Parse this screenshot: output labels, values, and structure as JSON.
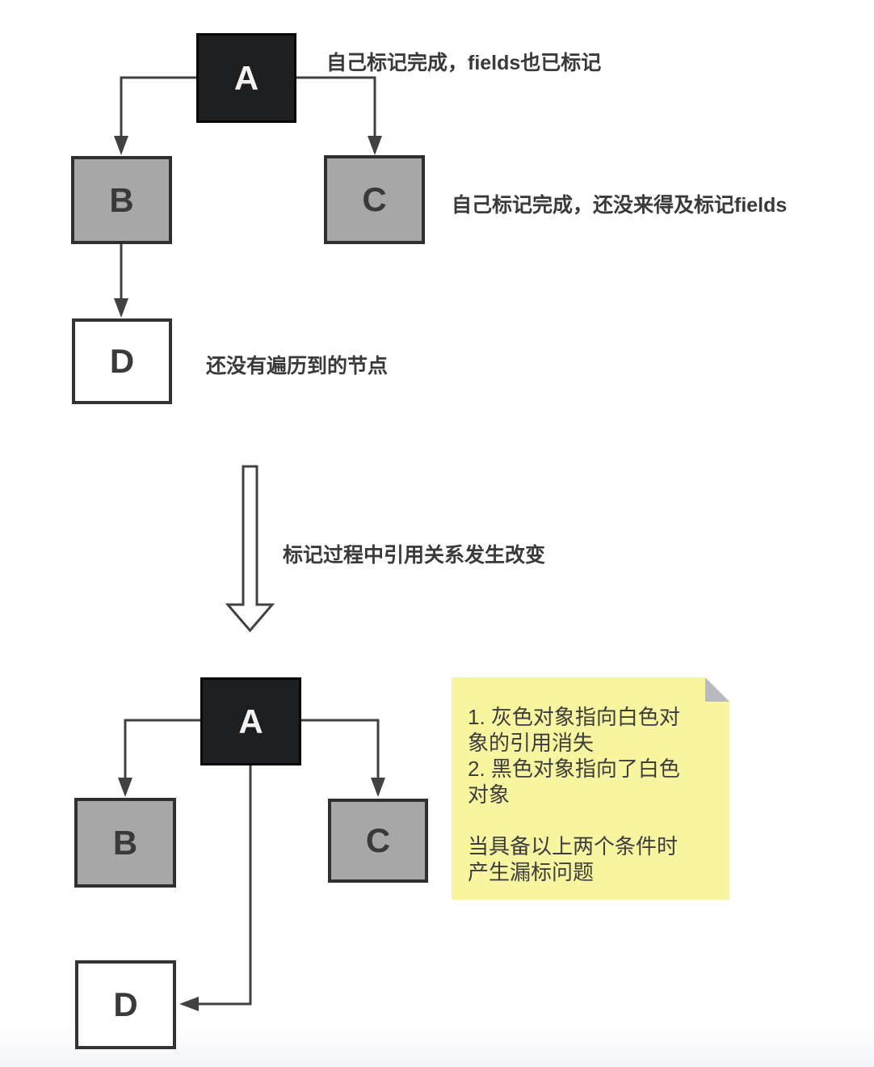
{
  "colors": {
    "node_black": "#1e1f21",
    "node_black_border": "#060606",
    "node_gray": "#a7a7a7",
    "node_gray_border": "#2f2f2f",
    "node_white": "#ffffff",
    "node_white_border": "#333333",
    "wire": "#414141",
    "text": "#3a3a3a",
    "node_label_light": "#f2f2f2",
    "note_bg": "#f8f5a1",
    "note_fold": "#b9bac1",
    "note_text": "#3d3d3d"
  },
  "top_diagram": {
    "node_a": "A",
    "node_b": "B",
    "node_c": "C",
    "node_d": "D",
    "annotation_a": "自己标记完成，fields也已标记",
    "annotation_c": "自己标记完成，还没来得及标记fields",
    "annotation_d": "还没有遍历到的节点"
  },
  "transition": {
    "label": "标记过程中引用关系发生改变"
  },
  "bottom_diagram": {
    "node_a": "A",
    "node_b": "B",
    "node_c": "C",
    "node_d": "D",
    "note_lines": [
      "1. 灰色对象指向白色对",
      "象的引用消失",
      "2. 黑色对象指向了白色",
      "对象",
      "",
      "当具备以上两个条件时",
      "产生漏标问题"
    ]
  }
}
